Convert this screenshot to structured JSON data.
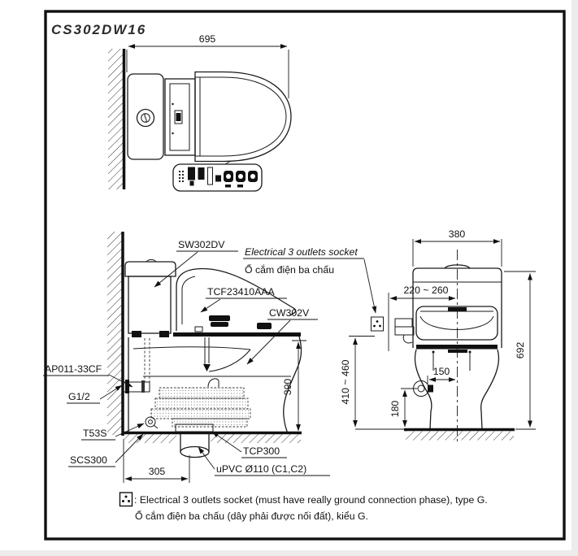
{
  "drawing": {
    "model": "CS302DW16",
    "colors": {
      "line": "#1a1a1a",
      "background": "#ffffff"
    },
    "part_labels": {
      "tank": "SW302DV",
      "electrical_en": "Electrical 3 outlets socket",
      "electrical_vi": "Ổ cắm điện ba chấu",
      "washlet_seat": "TCF23410AAA",
      "bowl": "CW302V",
      "supply_hose": "AP011-33CF",
      "supply_thread": "G1/2",
      "fixing_bolt": "T53S",
      "connector": "SCS300",
      "flange": "TCP300",
      "outlet_pipe": "uPVC Ø110 (C1,C2)"
    },
    "dimensions": {
      "overall_depth": "695",
      "rim_height": "390",
      "outlet_setback": "305",
      "tank_width": "380",
      "supply_side_range": "220 ~ 260",
      "seat_top_range": "410 ~ 460",
      "overall_height": "692",
      "stop_valve_offset": "150",
      "stop_valve_height": "180"
    },
    "note": {
      "icon": "three-pin-socket-icon",
      "line1": ": Electrical 3 outlets socket (must have really ground connection phase), type G.",
      "line2": "Ổ cắm điện ba chấu (dây phải được nối đất), kiểu G."
    }
  }
}
